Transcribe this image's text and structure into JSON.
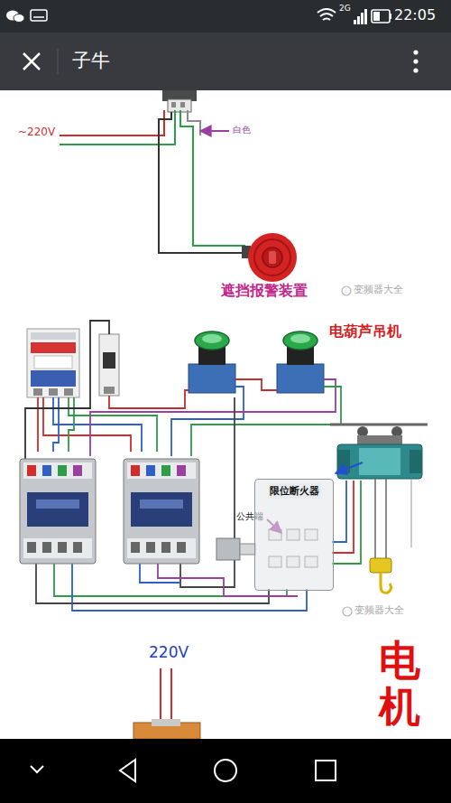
{
  "diagram": {
    "nodes": [
      {
        "text": [
          "限位断火器"
        ]
      }
    ],
    "labels": [
      "2G",
      "22:05",
      "子牛",
      "~220V",
      "白色",
      "遮挡报警装置",
      "变频器大全",
      "电葫芦吊机",
      "公共端",
      "变频器大全",
      "220V",
      "电机"
    ]
  }
}
